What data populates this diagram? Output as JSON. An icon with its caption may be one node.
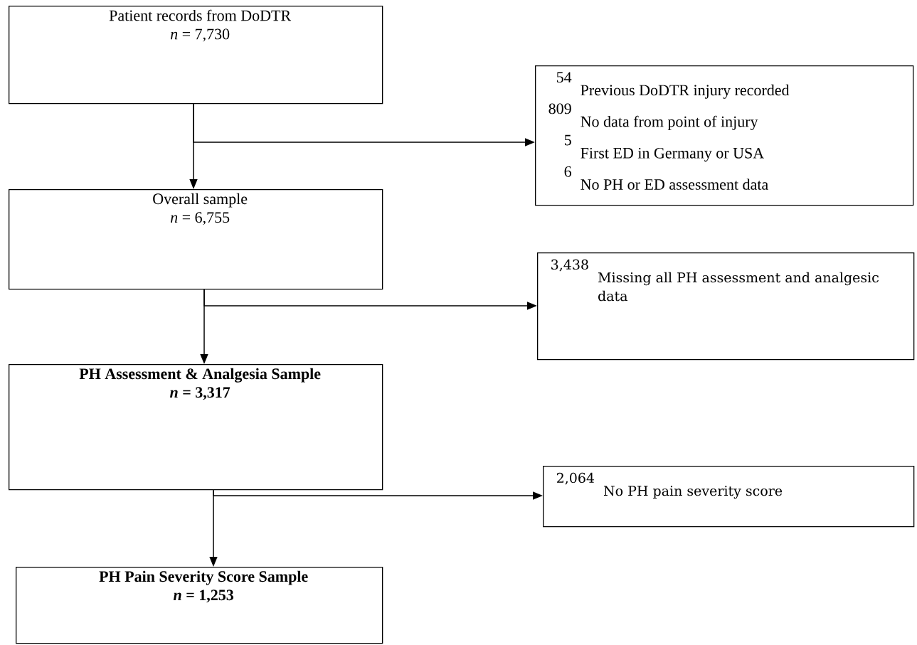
{
  "diagram": {
    "nodes": [
      {
        "text": [
          "Patient records from DoDTR",
          "*n* = 7,730"
        ]
      },
      {
        "text": [
          "54",
          "Previous DoDTR injury recorded",
          "809",
          "No data from point of injury",
          "5",
          "First ED in Germany or USA",
          "6",
          "No PH or ED assessment data"
        ]
      },
      {
        "text": [
          "Overall sample",
          "*n* = 6,755"
        ]
      },
      {
        "text": [
          "3,438",
          "Missing all PH assessment and analgesic data"
        ]
      },
      {
        "text": [
          "PH Assessment & Analgesia Sample",
          "*n* = 3,317"
        ]
      },
      {
        "text": [
          "2,064",
          "No PH pain severity score"
        ]
      },
      {
        "text": [
          "PH Pain Severity Score Sample",
          "*n* = 1,253"
        ]
      }
    ],
    "edges": [
      {
        "from": 0,
        "to": 1,
        "arrow": "to"
      },
      {
        "from": 0,
        "to": 2,
        "arrow": "to"
      },
      {
        "from": 2,
        "to": 3,
        "arrow": "to"
      },
      {
        "from": 2,
        "to": 4,
        "arrow": "to"
      },
      {
        "from": 4,
        "to": 5,
        "arrow": "to"
      },
      {
        "from": 4,
        "to": 6,
        "arrow": "to"
      }
    ]
  }
}
